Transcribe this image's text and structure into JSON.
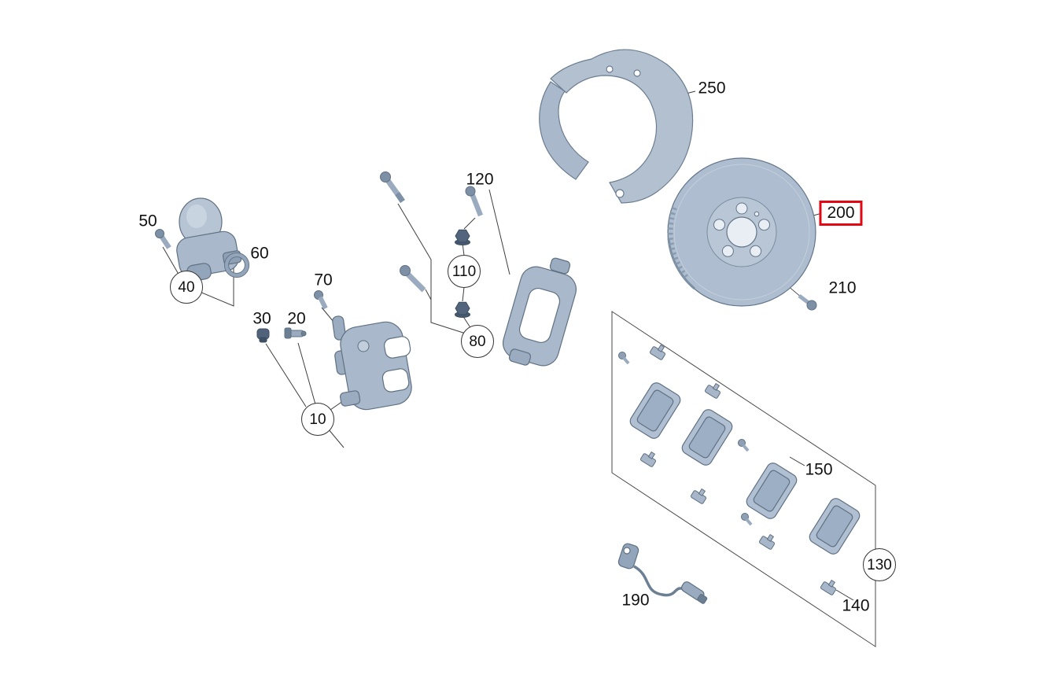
{
  "colors": {
    "highlight_red": "#e30613",
    "part_fill": "#aebdcf",
    "part_stroke": "#5f7183",
    "leader_line": "#3f3f3f",
    "label_text": "#111111",
    "background": "#ffffff"
  },
  "labels": [
    {
      "text": "50",
      "shape": "plain"
    },
    {
      "text": "40",
      "shape": "circle"
    },
    {
      "text": "60",
      "shape": "plain"
    },
    {
      "text": "30",
      "shape": "plain"
    },
    {
      "text": "20",
      "shape": "plain"
    },
    {
      "text": "70",
      "shape": "plain"
    },
    {
      "text": "10",
      "shape": "circle"
    },
    {
      "text": "110",
      "shape": "circle"
    },
    {
      "text": "80",
      "shape": "circle"
    },
    {
      "text": "120",
      "shape": "plain"
    },
    {
      "text": "250",
      "shape": "plain"
    },
    {
      "text": "200",
      "shape": "red-box",
      "highlighted": true
    },
    {
      "text": "210",
      "shape": "plain"
    },
    {
      "text": "150",
      "shape": "plain"
    },
    {
      "text": "130",
      "shape": "circle"
    },
    {
      "text": "140",
      "shape": "plain"
    },
    {
      "text": "190",
      "shape": "plain"
    }
  ]
}
